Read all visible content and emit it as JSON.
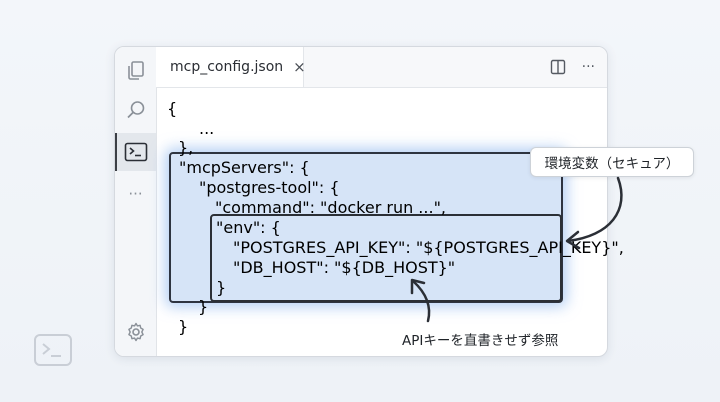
{
  "editor": {
    "tab_title": "mcp_config.json",
    "tab_close": "×",
    "actions": {
      "split_icon": "split-editor-icon",
      "more": "···"
    }
  },
  "activity_bar": {
    "items": [
      {
        "icon": "files-icon"
      },
      {
        "icon": "search-icon"
      },
      {
        "icon": "terminal-icon",
        "active": true
      },
      {
        "icon": "more-icon",
        "label": "···"
      },
      {
        "icon": "gear-icon"
      }
    ]
  },
  "code": {
    "lines": [
      "{",
      "...",
      "},",
      "\"mcpServers\": {",
      "\"postgres-tool\": {",
      "\"command\": \"docker run ...\",",
      "\"env\": {",
      "\"POSTGRES_API_KEY\": \"${POSTGRES_API_KEY}\",",
      "\"DB_HOST\": \"${DB_HOST}\"",
      "}",
      "}",
      "}"
    ]
  },
  "annotations": {
    "callout": "環境変数（セキュア）",
    "note": "APIキーを直書きせず参照"
  },
  "colors": {
    "highlight": "#b4cdf0",
    "frame": "#2e3440"
  }
}
